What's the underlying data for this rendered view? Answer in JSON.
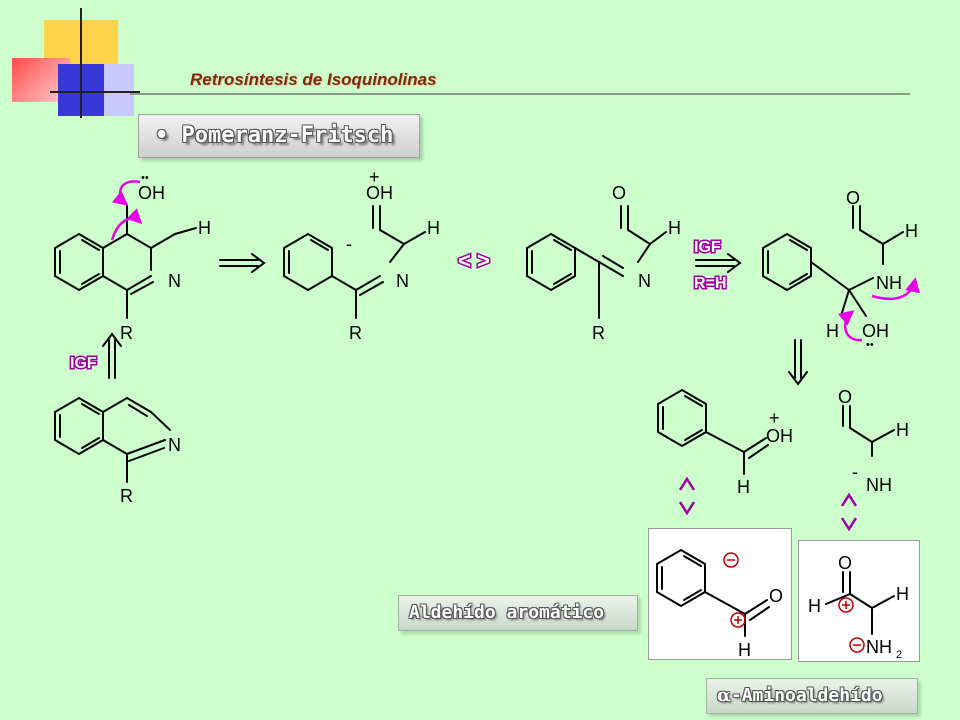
{
  "header": {
    "title": "Retrosíntesis de Isoquinolinas",
    "method": "Pomeranz-Fritsch",
    "bullet": "•"
  },
  "reagents": {
    "igf": "IGF",
    "r_eq_h": "R=H",
    "resonance": "< >"
  },
  "atoms": {
    "oh": "OH",
    "h": "H",
    "n": "N",
    "r": "R",
    "o": "O",
    "nh": "NH",
    "plus": "+",
    "minus": "-",
    "lone_pair": "••",
    "sub_2": "2"
  },
  "synthons": {
    "aromatic_aldehyde": "Aldehído aromático",
    "aminoaldehyde_alpha": "α",
    "aminoaldehyde_rest": "-Aminoaldehído"
  },
  "colors": {
    "background": "#ccffcc",
    "curly_arrow": "#e800e8",
    "title": "#7a2a10",
    "label_stroke": "#a000a0"
  }
}
